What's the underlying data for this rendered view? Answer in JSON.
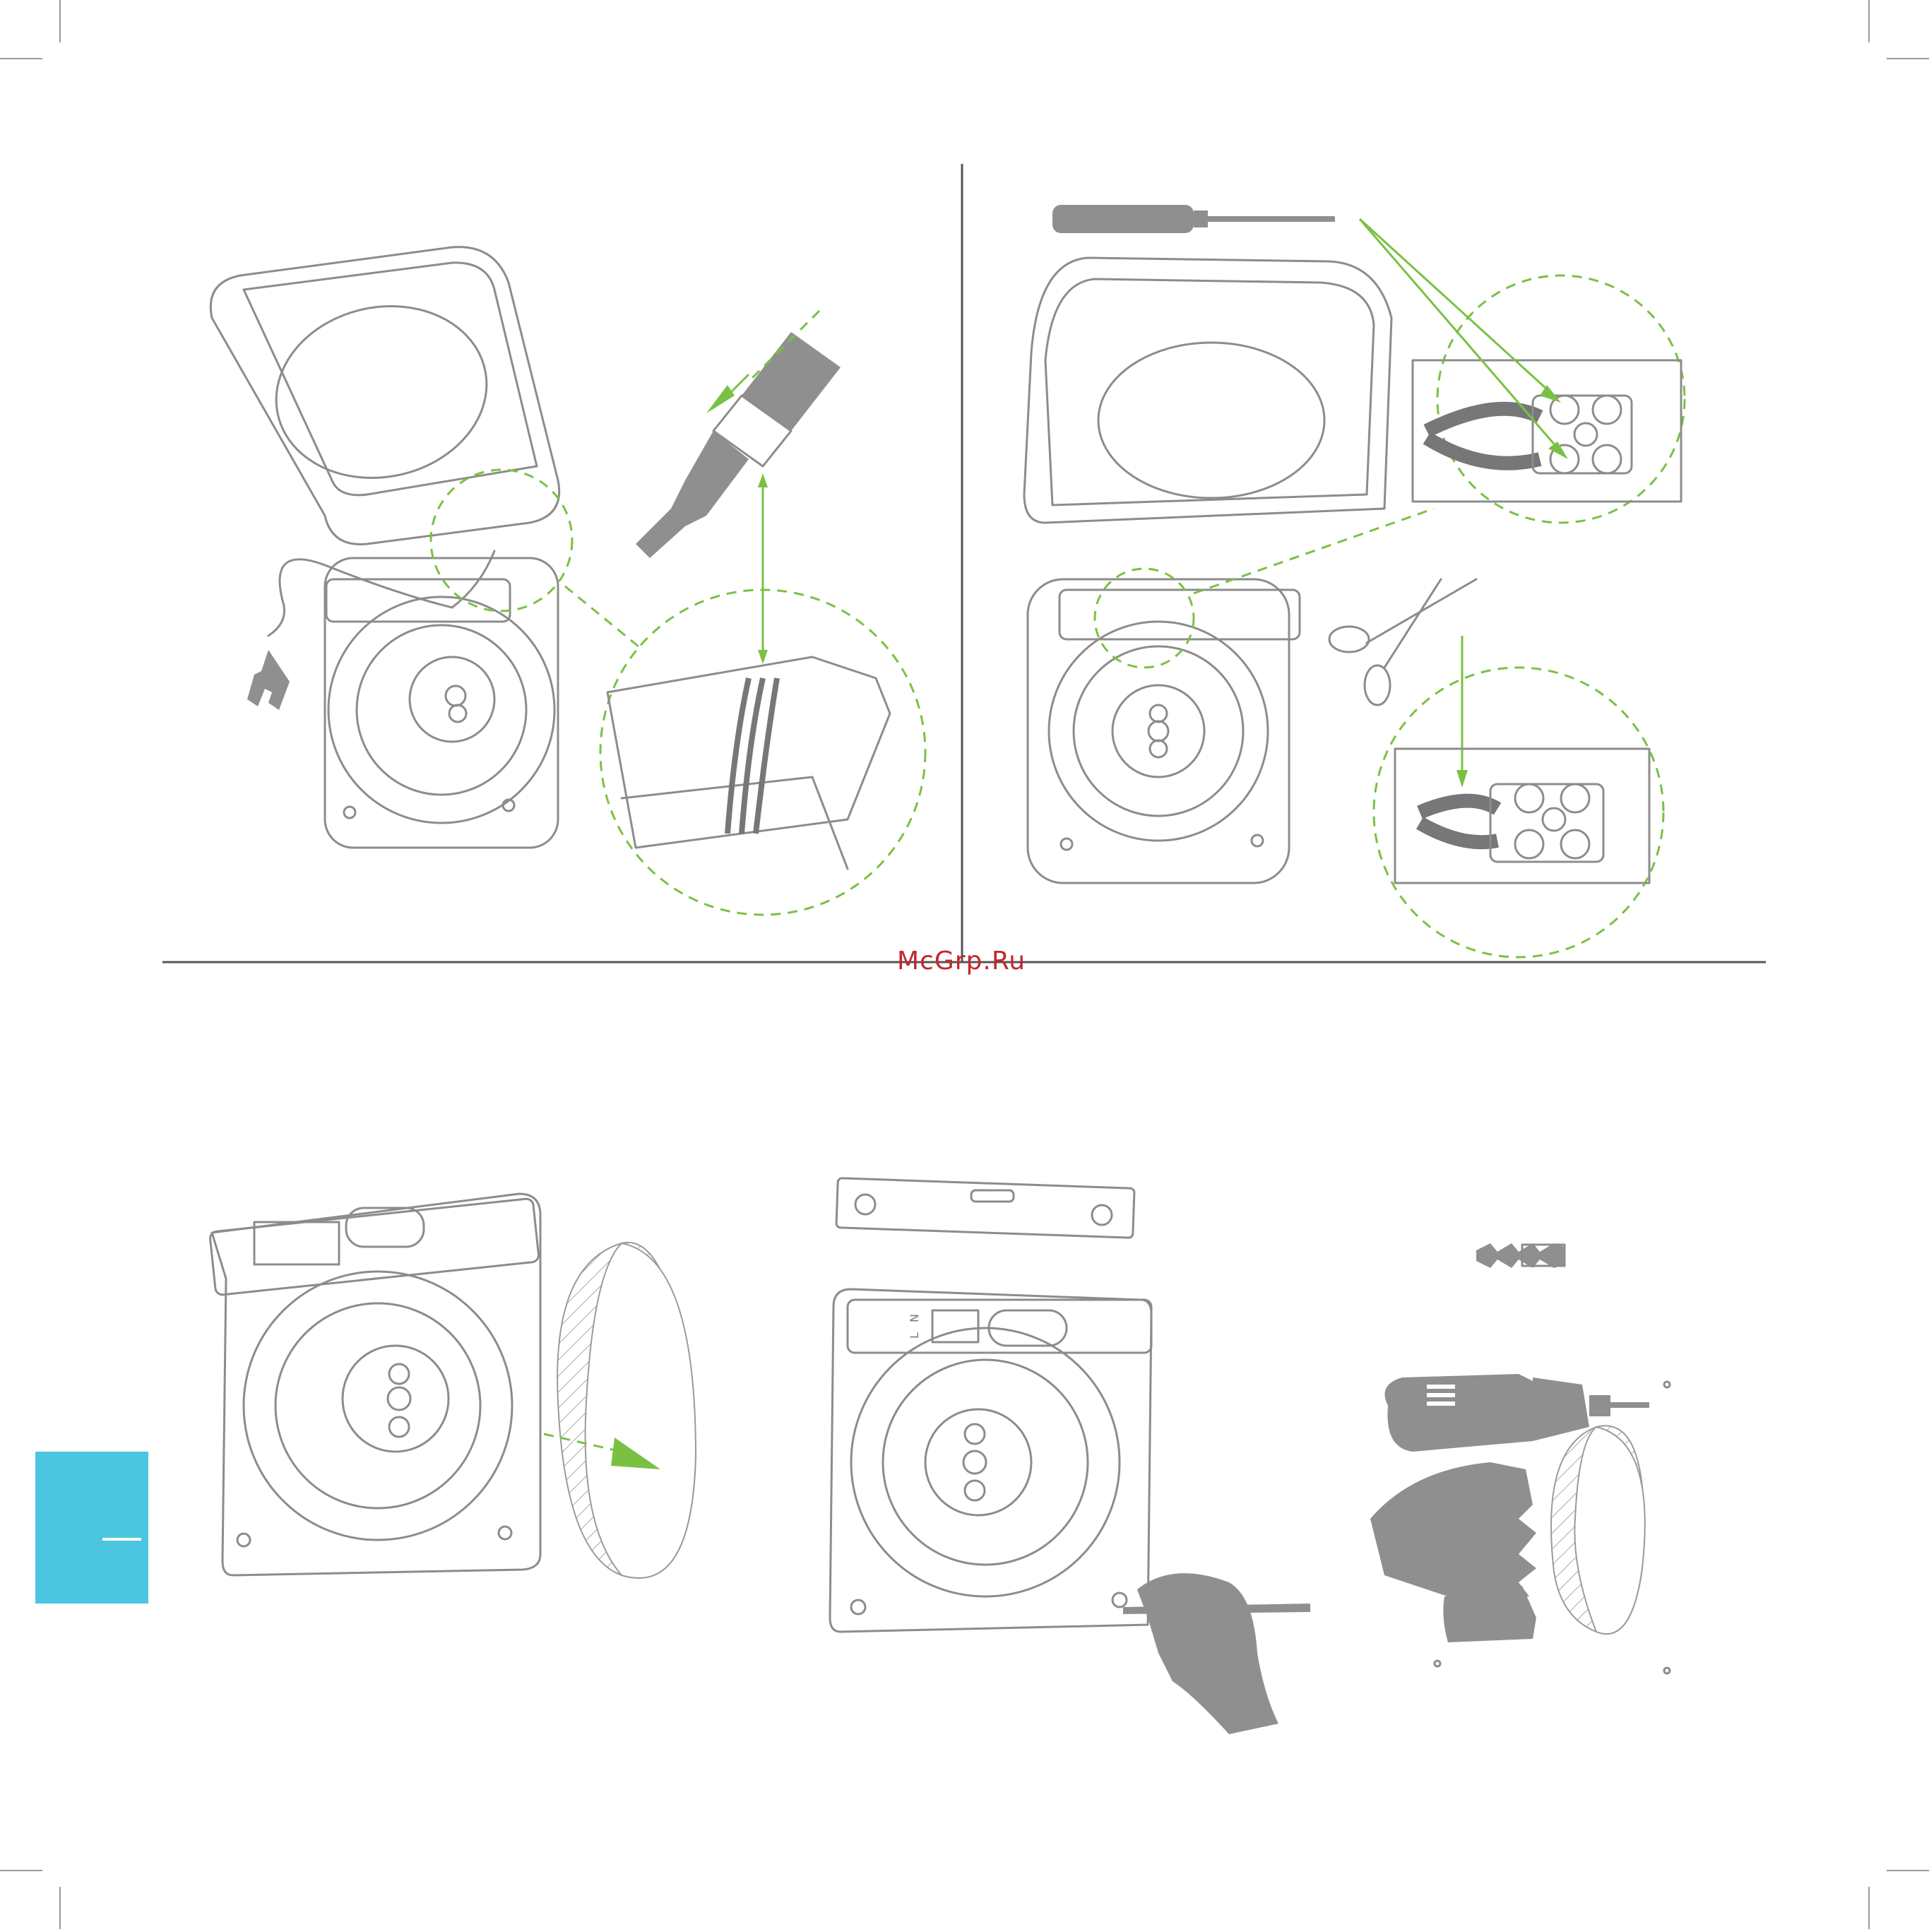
{
  "watermark": "McGrp.Ru",
  "colors": {
    "accent_green": "#7ac143",
    "illustration_gray": "#8f8f8f",
    "tab_blue": "#4cc6e0",
    "watermark_red": "#c0282d"
  },
  "terminal_labels": [
    "L",
    "N"
  ],
  "icons": [
    "screwdriver-icon",
    "scissors-icon",
    "power-plug-icon",
    "spirit-level-icon",
    "wall-plug-icon",
    "drill-icon",
    "pencil-icon"
  ]
}
